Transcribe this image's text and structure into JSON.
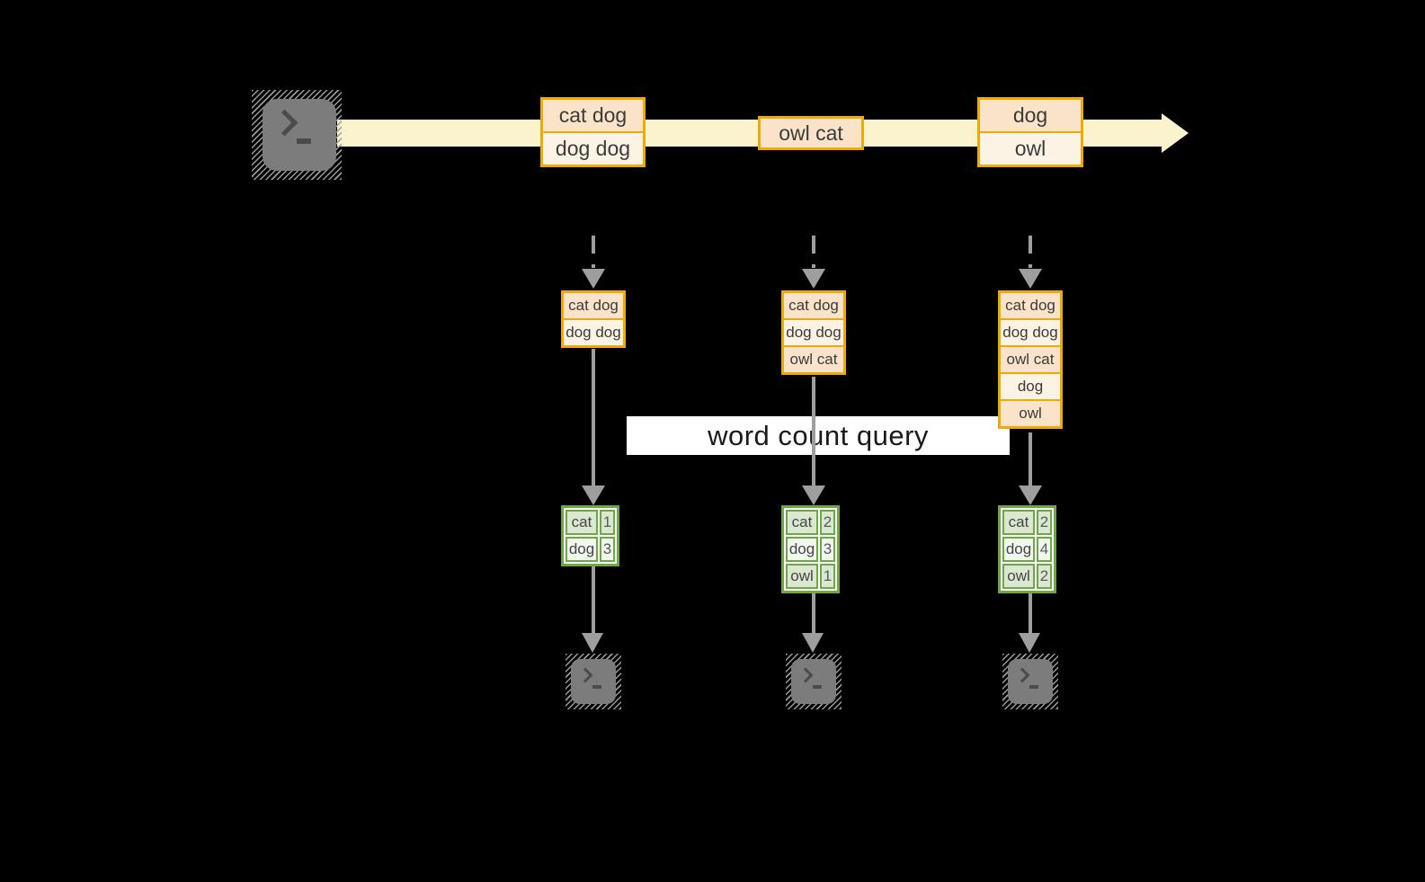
{
  "stream": {
    "source_icon": "terminal-icon",
    "messages": [
      {
        "lines": [
          "cat dog",
          "dog dog"
        ]
      },
      {
        "lines": [
          "owl cat"
        ]
      },
      {
        "lines": [
          "dog",
          "owl"
        ]
      }
    ]
  },
  "query_label": "word count query",
  "columns": [
    {
      "buffer": [
        "cat dog",
        "dog dog"
      ],
      "counts": [
        {
          "word": "cat",
          "count": "1"
        },
        {
          "word": "dog",
          "count": "3"
        }
      ]
    },
    {
      "buffer": [
        "cat dog",
        "dog dog",
        "owl cat"
      ],
      "counts": [
        {
          "word": "cat",
          "count": "2"
        },
        {
          "word": "dog",
          "count": "3"
        },
        {
          "word": "owl",
          "count": "1"
        }
      ]
    },
    {
      "buffer": [
        "cat dog",
        "dog dog",
        "owl cat",
        "dog",
        "owl"
      ],
      "counts": [
        {
          "word": "cat",
          "count": "2"
        },
        {
          "word": "dog",
          "count": "4"
        },
        {
          "word": "owl",
          "count": "2"
        }
      ]
    }
  ],
  "colors": {
    "amber_border": "#F0AA05",
    "peach_fill": "#FAE3C8",
    "cream_fill": "#FDF3E5",
    "stream_band": "#FBF2CE",
    "green_border": "#6CA944",
    "green_fill_dark": "#DBE8D1",
    "green_fill_light": "#F1F6EE",
    "arrow_gray": "#9E9E9E",
    "terminal_gray": "#7C7C7C",
    "query_band_bg": "#FFFFFF",
    "background": "#000000"
  }
}
